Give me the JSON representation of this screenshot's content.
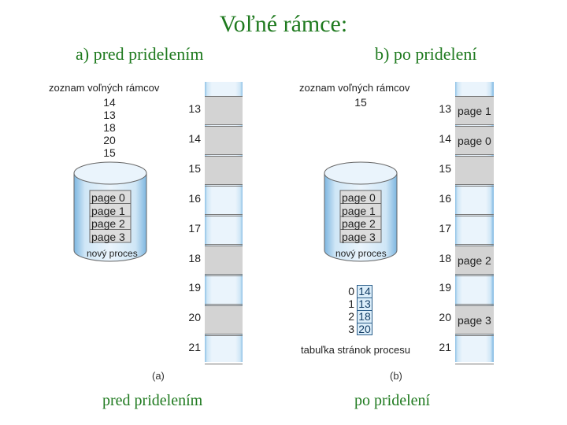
{
  "title": "Voľné rámce:",
  "left": {
    "heading": "a) pred pridelením",
    "free_label": "zoznam voľných rámcov",
    "free_list": [
      "14",
      "13",
      "18",
      "20",
      "15"
    ],
    "pages": [
      "page 0",
      "page 1",
      "page 2",
      "page 3"
    ],
    "process_label": "nový proces",
    "frames": [
      {
        "no": "13",
        "content": ""
      },
      {
        "no": "14",
        "content": ""
      },
      {
        "no": "15",
        "content": ""
      },
      {
        "no": "16",
        "content": ""
      },
      {
        "no": "17",
        "content": ""
      },
      {
        "no": "18",
        "content": ""
      },
      {
        "no": "19",
        "content": ""
      },
      {
        "no": "20",
        "content": ""
      },
      {
        "no": "21",
        "content": ""
      }
    ],
    "marker": "(a)",
    "caption": "pred pridelením"
  },
  "right": {
    "heading": "b) po pridelení",
    "free_label": "zoznam voľných rámcov",
    "free_list": [
      "15"
    ],
    "pages": [
      "page 0",
      "page 1",
      "page 2",
      "page 3"
    ],
    "process_label": "nový proces",
    "page_table": {
      "index": [
        "0",
        "1",
        "2",
        "3"
      ],
      "frames": [
        "14",
        "13",
        "18",
        "20"
      ],
      "label": "tabuľka stránok procesu"
    },
    "frames": [
      {
        "no": "13",
        "content": "page 1"
      },
      {
        "no": "14",
        "content": "page 0"
      },
      {
        "no": "15",
        "content": ""
      },
      {
        "no": "16",
        "content": ""
      },
      {
        "no": "17",
        "content": ""
      },
      {
        "no": "18",
        "content": "page 2"
      },
      {
        "no": "19",
        "content": ""
      },
      {
        "no": "20",
        "content": "page 3"
      },
      {
        "no": "21",
        "content": ""
      }
    ],
    "marker": "(b)",
    "caption": "po pridelení"
  }
}
